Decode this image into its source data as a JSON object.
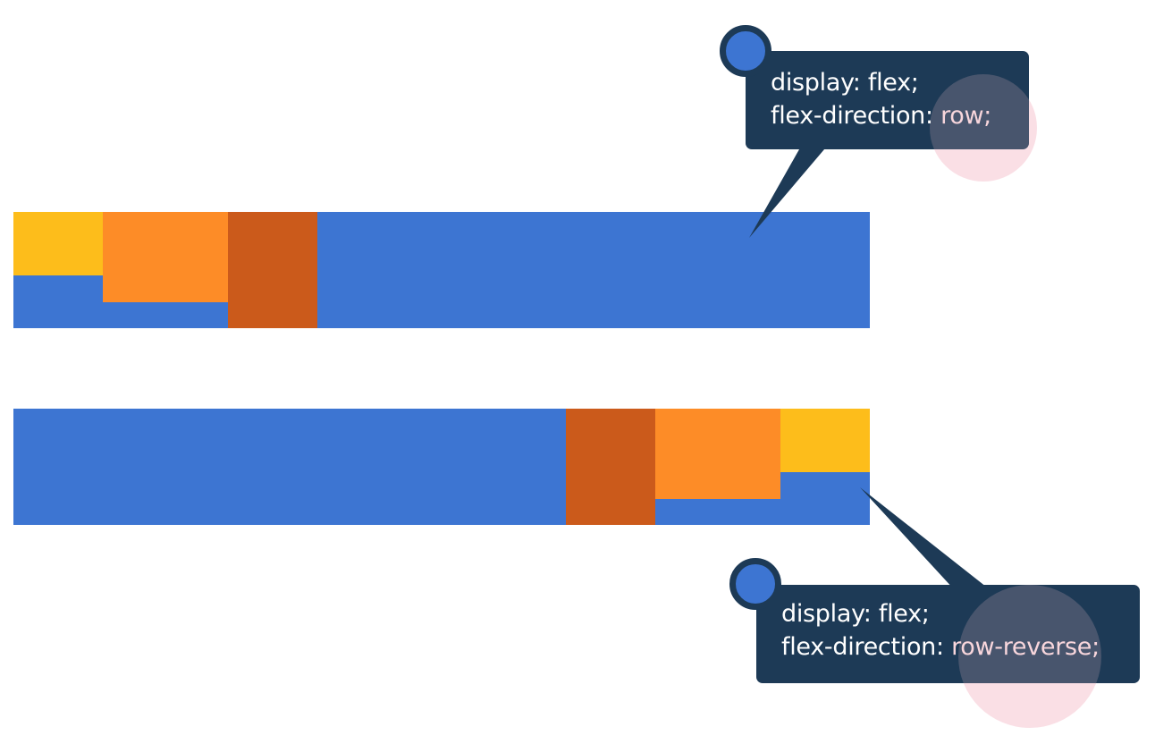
{
  "colors": {
    "background": "#ffffff",
    "container": "#3d75d2",
    "item_1": "#fdbd1b",
    "item_2": "#fd8c27",
    "item_3": "#cb5a1b",
    "callout_bg": "#1d3a56",
    "callout_text": "#ffffff",
    "badge_fill": "#3d75d2",
    "highlight": "#f6c4cf",
    "highlight_text": "#f8d6dc"
  },
  "examples": [
    {
      "flex_direction": "row",
      "items": [
        "item-1",
        "item-2",
        "item-3"
      ],
      "callout": {
        "line1": "display: flex;",
        "line2_prefix": "flex-direction: ",
        "line2_value": "row;"
      }
    },
    {
      "flex_direction": "row-reverse",
      "items": [
        "item-1",
        "item-2",
        "item-3"
      ],
      "callout": {
        "line1": "display: flex;",
        "line2_prefix": "flex-direction: ",
        "line2_value": "row-reverse;"
      }
    }
  ]
}
